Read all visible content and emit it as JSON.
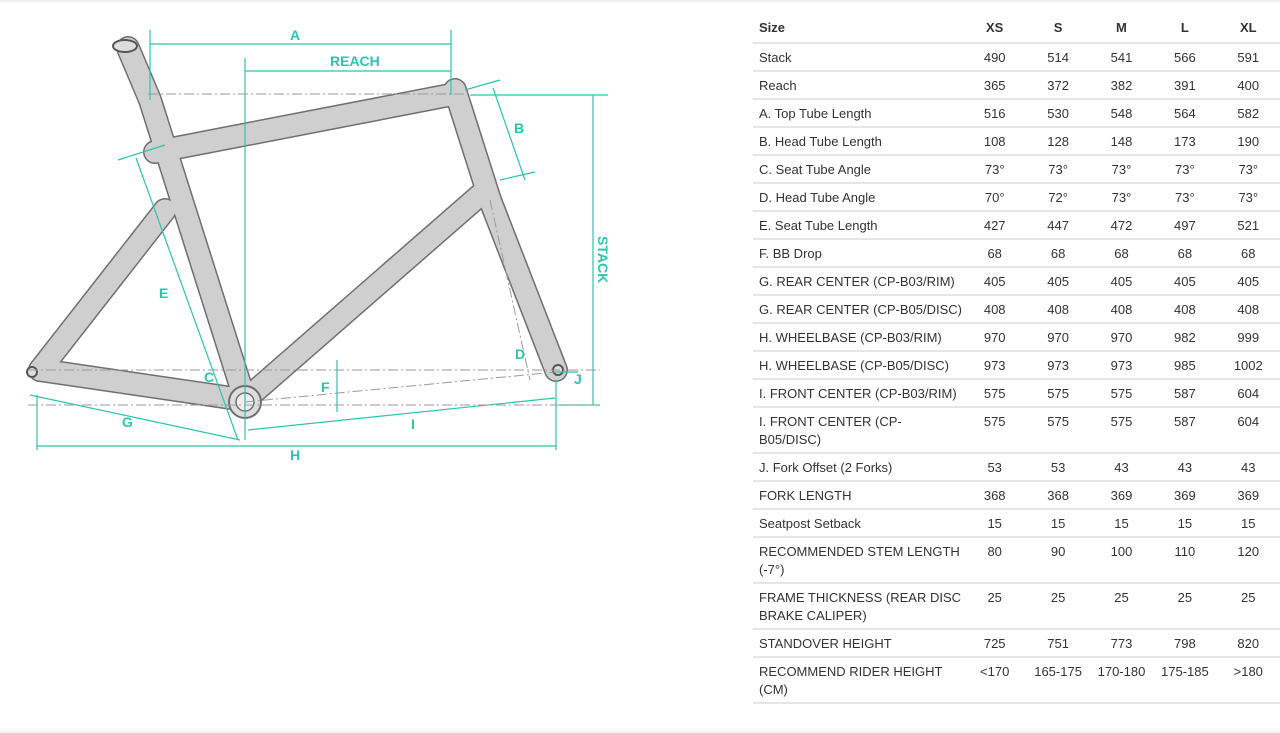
{
  "diagram": {
    "labels": {
      "A": "A",
      "reach": "REACH",
      "B": "B",
      "stack": "STACK",
      "C": "C",
      "D": "D",
      "E": "E",
      "F": "F",
      "G": "G",
      "H": "H",
      "I": "I",
      "J": "J"
    },
    "accent": "#2cc4ad",
    "frame_color": "#cfcfcf"
  },
  "table": {
    "header": [
      "Size",
      "XS",
      "S",
      "M",
      "L",
      "XL"
    ],
    "rows": [
      [
        "Stack",
        "490",
        "514",
        "541",
        "566",
        "591"
      ],
      [
        "Reach",
        "365",
        "372",
        "382",
        "391",
        "400"
      ],
      [
        "A. Top Tube Length",
        "516",
        "530",
        "548",
        "564",
        "582"
      ],
      [
        "B. Head Tube Length",
        "108",
        "128",
        "148",
        "173",
        "190"
      ],
      [
        "C. Seat Tube Angle",
        "73°",
        "73°",
        "73°",
        "73°",
        "73°"
      ],
      [
        "D. Head Tube Angle",
        "70°",
        "72°",
        "73°",
        "73°",
        "73°"
      ],
      [
        "E. Seat Tube Length",
        "427",
        "447",
        "472",
        "497",
        "521"
      ],
      [
        "F. BB Drop",
        "68",
        "68",
        "68",
        "68",
        "68"
      ],
      [
        "G. REAR CENTER (CP-B03/RIM)",
        "405",
        "405",
        "405",
        "405",
        "405"
      ],
      [
        "G. REAR CENTER (CP-B05/DISC)",
        "408",
        "408",
        "408",
        "408",
        "408"
      ],
      [
        "H. WHEELBASE (CP-B03/RIM)",
        "970",
        "970",
        "970",
        "982",
        "999"
      ],
      [
        "H. WHEELBASE (CP-B05/DISC)",
        "973",
        "973",
        "973",
        "985",
        "1002"
      ],
      [
        "I. FRONT CENTER (CP-B03/RIM)",
        "575",
        "575",
        "575",
        "587",
        "604"
      ],
      [
        "I. FRONT CENTER (CP-B05/DISC)",
        "575",
        "575",
        "575",
        "587",
        "604"
      ],
      [
        "J. Fork Offset (2 Forks)",
        "53",
        "53",
        "43",
        "43",
        "43"
      ],
      [
        "FORK LENGTH",
        "368",
        "368",
        "369",
        "369",
        "369"
      ],
      [
        "Seatpost Setback",
        "15",
        "15",
        "15",
        "15",
        "15"
      ],
      [
        "RECOMMENDED STEM LENGTH (-7°)",
        "80",
        "90",
        "100",
        "110",
        "120"
      ],
      [
        "FRAME THICKNESS (REAR DISC BRAKE CALIPER)",
        "25",
        "25",
        "25",
        "25",
        "25"
      ],
      [
        "STANDOVER HEIGHT",
        "725",
        "751",
        "773",
        "798",
        "820"
      ],
      [
        "RECOMMEND RIDER HEIGHT (CM)",
        "<170",
        "165-175",
        "170-180",
        "175-185",
        ">180"
      ]
    ]
  }
}
